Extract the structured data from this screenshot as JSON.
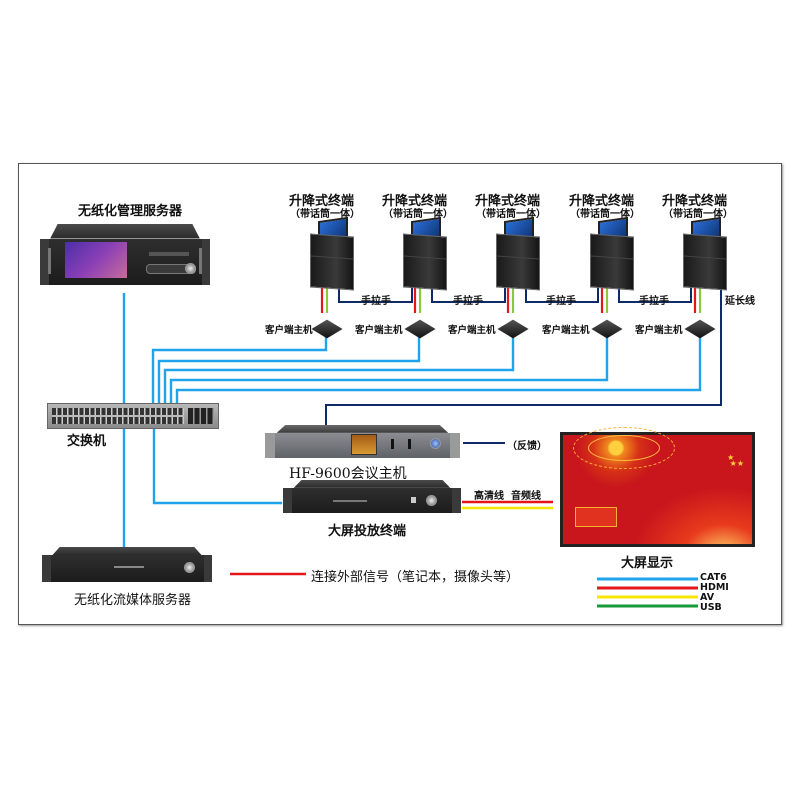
{
  "diagram": {
    "devices": {
      "management_server": {
        "label": "无纸化管理服务器"
      },
      "switch": {
        "label": "交换机"
      },
      "conference_host": {
        "label": "HF-9600会议主机"
      },
      "display_terminal": {
        "label": "大屏投放终端"
      },
      "streaming_server": {
        "label": "无纸化流媒体服务器"
      },
      "big_display": {
        "label": "大屏显示"
      }
    },
    "terminals": [
      {
        "title": "升降式终端",
        "subtitle": "（带话筒一体）",
        "client_label": "客户端主机"
      },
      {
        "title": "升降式终端",
        "subtitle": "（带话筒一体）",
        "client_label": "客户端主机"
      },
      {
        "title": "升降式终端",
        "subtitle": "（带话筒一体）",
        "client_label": "客户端主机"
      },
      {
        "title": "升降式终端",
        "subtitle": "（带话筒一体）",
        "client_label": "客户端主机"
      },
      {
        "title": "升降式终端",
        "subtitle": "（带话筒一体）",
        "client_label": "客户端主机"
      }
    ],
    "links": {
      "daisy_chain": "手拉手",
      "extension": "延长线",
      "feedback": "（反馈）",
      "hd_cable": "高清线",
      "audio_cable": "音频线",
      "external_signal": "连接外部信号（笔记本，摄像头等）"
    },
    "legend": [
      {
        "label": "CAT6",
        "color": "#1fa3ea"
      },
      {
        "label": "HDMI",
        "color": "#e3161a"
      },
      {
        "label": "AV",
        "color": "#f6e600"
      },
      {
        "label": "USB",
        "color": "#199a3a"
      }
    ],
    "colors": {
      "cat6": "#1fa3ea",
      "hdmi": "#e3161a",
      "av": "#f6e600",
      "usb": "#8cc63f",
      "chain": "#0f2a6b"
    }
  }
}
